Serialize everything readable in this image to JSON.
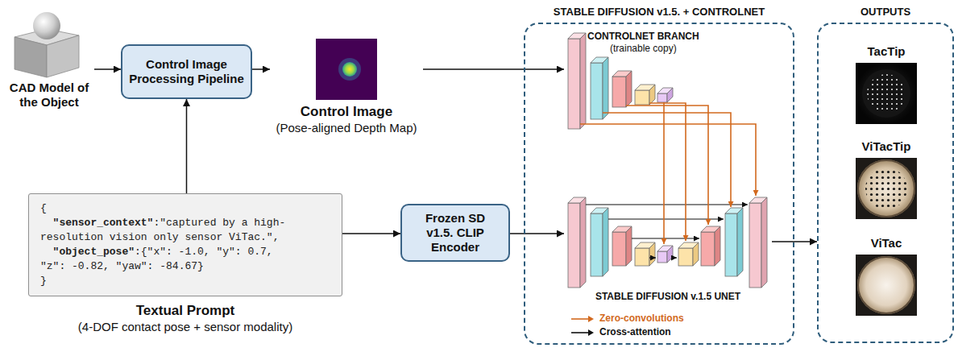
{
  "diagram": {
    "nodes": [
      {
        "text": [
          "CAD Model of the Object"
        ]
      },
      {
        "text": [
          "Control Image Processing Pipeline"
        ]
      },
      {
        "text": [
          "Control Image",
          "(Pose-aligned Depth Map)"
        ]
      },
      {
        "text": [
          "STABLE DIFFUSION v1.5. + CONTROLNET"
        ]
      },
      {
        "text": [
          "CONTROLNET BRANCH",
          "(trainable copy)"
        ],
        "in": 3
      },
      {
        "text": [
          "STABLE DIFFUSION v.1.5 UNET"
        ],
        "in": 3
      },
      {
        "text": [
          "OUTPUTS"
        ]
      },
      {
        "text": [
          "TacTip"
        ],
        "in": 6
      },
      {
        "text": [
          "ViTacTip"
        ],
        "in": 6
      },
      {
        "text": [
          "ViTac"
        ],
        "in": 6
      },
      {
        "text": [
          "{",
          "\"sensor_context\"",
          ":\"captured by a high-resolution vision only sensor ViTac.\",",
          "\"object_pose\"",
          ":{\"x\": -1.0, \"y\": 0.7, \"z\": -0.82, \"yaw\": -84.67}",
          "}",
          "Textual Prompt",
          "(4-DOF contact pose + sensor modality)"
        ]
      },
      {
        "text": [
          "Frozen SD v1.5. CLIP Encoder"
        ]
      }
    ],
    "edges": [
      {
        "from": 0,
        "to": 1,
        "arrow": "to"
      },
      {
        "from": 1,
        "to": 2,
        "arrow": "to"
      },
      {
        "from": 2,
        "to": 4,
        "arrow": "to"
      },
      {
        "from": 10,
        "to": 1,
        "arrow": "to"
      },
      {
        "from": 10,
        "to": 11,
        "arrow": "to"
      },
      {
        "from": 11,
        "to": 5,
        "arrow": "to"
      },
      {
        "from": 5,
        "to": 6,
        "arrow": "to"
      }
    ],
    "legend": [
      {
        "text": "Zero-convolutions"
      },
      {
        "text": "Cross-attention"
      }
    ]
  }
}
